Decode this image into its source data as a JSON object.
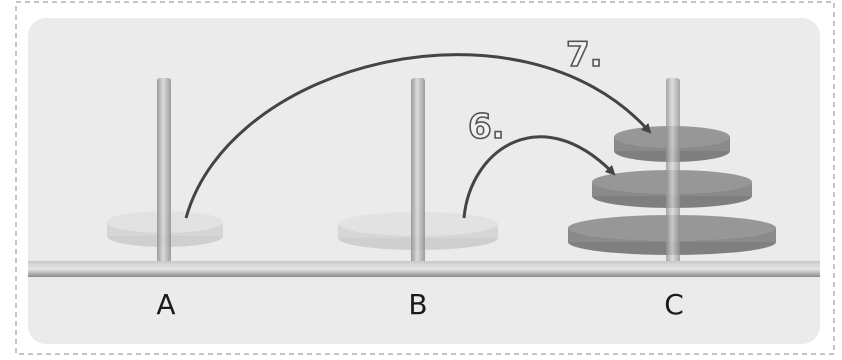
{
  "pegs": [
    {
      "label": "A",
      "disks_ghost": 1
    },
    {
      "label": "B",
      "disks_ghost": 1
    },
    {
      "label": "C",
      "disks": 3
    }
  ],
  "moves": [
    {
      "step_label": "6.",
      "from": "B",
      "to": "C"
    },
    {
      "step_label": "7.",
      "from": "A",
      "to": "C"
    }
  ],
  "colors": {
    "panel": "#ebebeb",
    "rod": "#a8a8a8",
    "rail": "#a0a0a0",
    "ghost_disk": "#d3d3d3",
    "disk": "#8c8c8c",
    "arrow": "#444444",
    "border": "#888888"
  }
}
